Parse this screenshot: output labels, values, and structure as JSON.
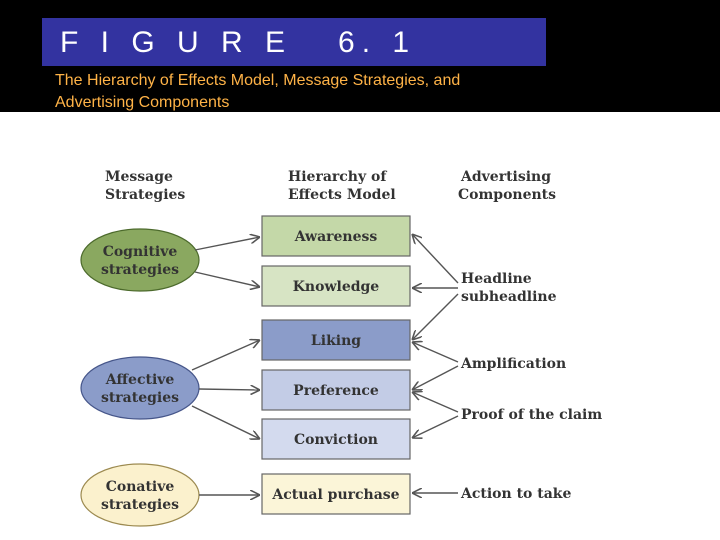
{
  "header": {
    "figure_label": "F I G U R E   6. 1",
    "caption": "The Hierarchy of Effects Model, Message Strategies, and Advertising Components"
  },
  "diagram": {
    "columns": {
      "strategies": [
        "Message",
        "Strategies"
      ],
      "hierarchy": [
        "Hierarchy of",
        "Effects Model"
      ],
      "components": [
        "Advertising",
        "Components"
      ]
    },
    "strategies": [
      {
        "lines": [
          "Cognitive",
          "strategies"
        ],
        "color": "#8aa860"
      },
      {
        "lines": [
          "Affective",
          "strategies"
        ],
        "color": "#8b9cc9"
      },
      {
        "lines": [
          "Conative",
          "strategies"
        ],
        "color": "#fbf1cd"
      }
    ],
    "stages": [
      {
        "label": "Awareness",
        "color": "#c4d8a8"
      },
      {
        "label": "Knowledge",
        "color": "#d7e4c4"
      },
      {
        "label": "Liking",
        "color": "#8b9cc9"
      },
      {
        "label": "Preference",
        "color": "#c3cce6"
      },
      {
        "label": "Conviction",
        "color": "#d3daee"
      },
      {
        "label": "Actual purchase",
        "color": "#fbf5d8"
      }
    ],
    "components": [
      {
        "lines": [
          "Headline",
          "subheadline"
        ]
      },
      {
        "lines": [
          "Amplification"
        ]
      },
      {
        "lines": [
          "Proof of the claim"
        ]
      },
      {
        "lines": [
          "Action to take"
        ]
      }
    ],
    "colors": {
      "header_bg": "#000000",
      "banner": "#3333a0",
      "caption": "#ffb347",
      "arrow": "#555555"
    }
  }
}
